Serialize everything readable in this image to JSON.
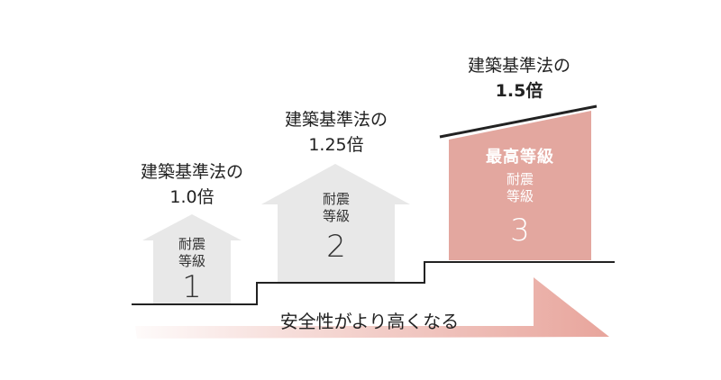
{
  "levels": [
    {
      "law": "建築基準法の",
      "factor": "1.0倍",
      "grade_word": "耐震\n等級",
      "grade_num": "1"
    },
    {
      "law": "建築基準法の",
      "factor": "1.25倍",
      "grade_word": "耐震\n等級",
      "grade_num": "2"
    },
    {
      "law": "建築基準法の",
      "factor": "1.5倍",
      "grade_word": "耐震\n等級",
      "grade_num": "3",
      "badge": "最高等級"
    }
  ],
  "safety_text": "安全性がより高くなる",
  "colors": {
    "house_gray": "#e8e8e8",
    "house_pink": "#e3a79f",
    "arrow_pink": "#e8a59c",
    "line": "#222222"
  }
}
